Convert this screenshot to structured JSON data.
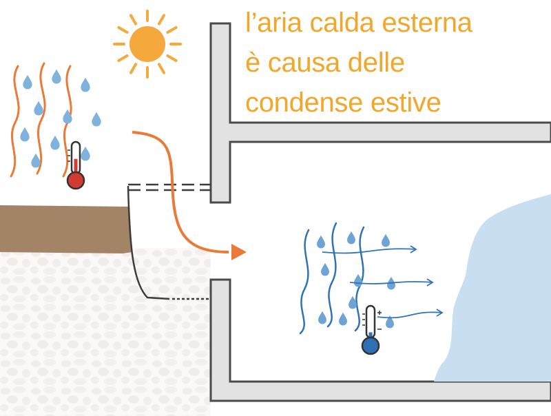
{
  "caption": {
    "lines": [
      "l’aria calda esterna",
      "è causa delle",
      "condense estive"
    ]
  },
  "colors": {
    "caption_text": "#f2a62a",
    "sun": "#f5a83c",
    "warm_air": "#ea7a37",
    "cool_air": "#2f73b5",
    "rain_drop_outdoor": "#7fb3dd",
    "rain_drop_indoor": "#6ea4d3",
    "soil": "#a38466",
    "gravel": "#f2f0ef",
    "wall_fill": "#e2e2e2",
    "wall_stroke": "#4a4a4a",
    "thermometer_hot": "#d23a32",
    "thermometer_cold": "#2f6fb5",
    "cold_mass": "#c7dff0"
  },
  "icons": [
    "sun-icon",
    "warm-thermometer-icon",
    "cold-thermometer-icon",
    "rain-drop-icon",
    "air-flow-arrow-icon"
  ],
  "thermometer_levels": {
    "outdoor": 0.55,
    "indoor": 0.25
  }
}
